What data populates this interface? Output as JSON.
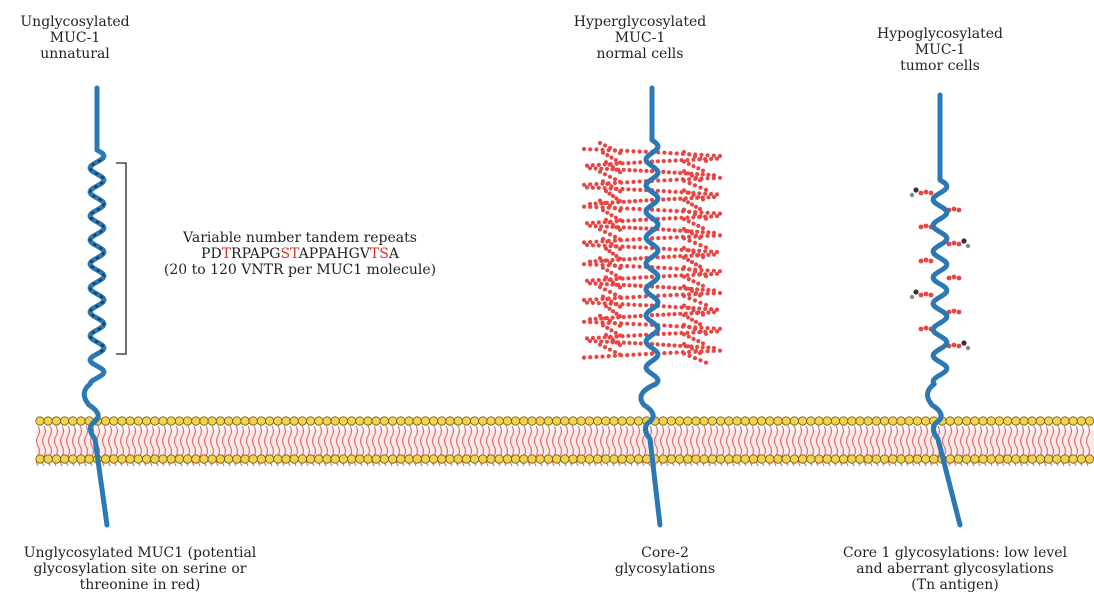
{
  "colors": {
    "strand": "#2b78b4",
    "strand_dark": "#13354f",
    "glycan": "#e84545",
    "lipid_head": "#f4d24b",
    "lipid_head_edge": "#6b5b15",
    "lipid_tail": "#e07070",
    "tn_dark": "#333333",
    "highlight_red": "#d9322b"
  },
  "left": {
    "title": [
      "Unglycosylated",
      "MUC-1",
      "unnatural"
    ],
    "caption": [
      "Unglycosylated MUC1 (potential",
      "glycosylation site on serine or",
      "threonine in red)"
    ]
  },
  "vntr": {
    "line1": "Variable number tandem repeats",
    "seq": [
      {
        "t": "PD",
        "hl": false
      },
      {
        "t": "T",
        "hl": true
      },
      {
        "t": "RPAPG",
        "hl": false
      },
      {
        "t": "ST",
        "hl": true
      },
      {
        "t": "APPAHGV",
        "hl": false
      },
      {
        "t": "TS",
        "hl": true
      },
      {
        "t": "A",
        "hl": false
      }
    ],
    "line3": "(20 to 120 VNTR per MUC1 molecule)"
  },
  "middle": {
    "title": [
      "Hyperglycosylated",
      "MUC-1",
      "normal cells"
    ],
    "caption": [
      "Core-2",
      "glycosylations"
    ]
  },
  "right": {
    "title": [
      "Hypoglycosylated",
      "MUC-1",
      "tumor cells"
    ],
    "caption": [
      "Core 1 glycosylations: low level",
      "and aberrant glycosylations",
      "(Tn antigen)"
    ]
  }
}
